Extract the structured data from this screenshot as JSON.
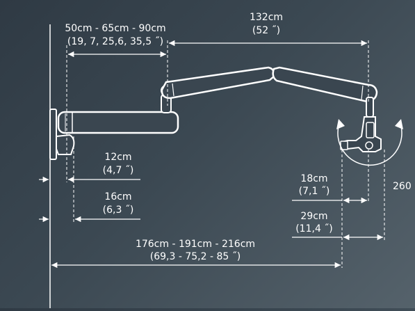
{
  "colors": {
    "background_dark": "#2f3a44",
    "background_light": "#55626b",
    "line": "#ffffff",
    "arm_fill": "#3a4650"
  },
  "labels": {
    "reach_depth": {
      "line1": "50cm - 65cm - 90cm",
      "line2": "(19, 7, 25,6, 35,5 ˝)"
    },
    "arm_length": {
      "line1": "132cm",
      "line2": "(52 ˝)"
    },
    "offset_12": {
      "line1": "12cm",
      "line2": "(4,7 ˝)"
    },
    "offset_16": {
      "line1": "16cm",
      "line2": "(6,3 ˝)"
    },
    "head_18": {
      "line1": "18cm",
      "line2": "(7,1 ˝)"
    },
    "head_29": {
      "line1": "29cm",
      "line2": "(11,4 ˝)"
    },
    "total_reach": {
      "line1": "176cm - 191cm - 216cm",
      "line2": "(69,3 - 75,2 - 85 ˝)"
    },
    "rotation": "260"
  }
}
